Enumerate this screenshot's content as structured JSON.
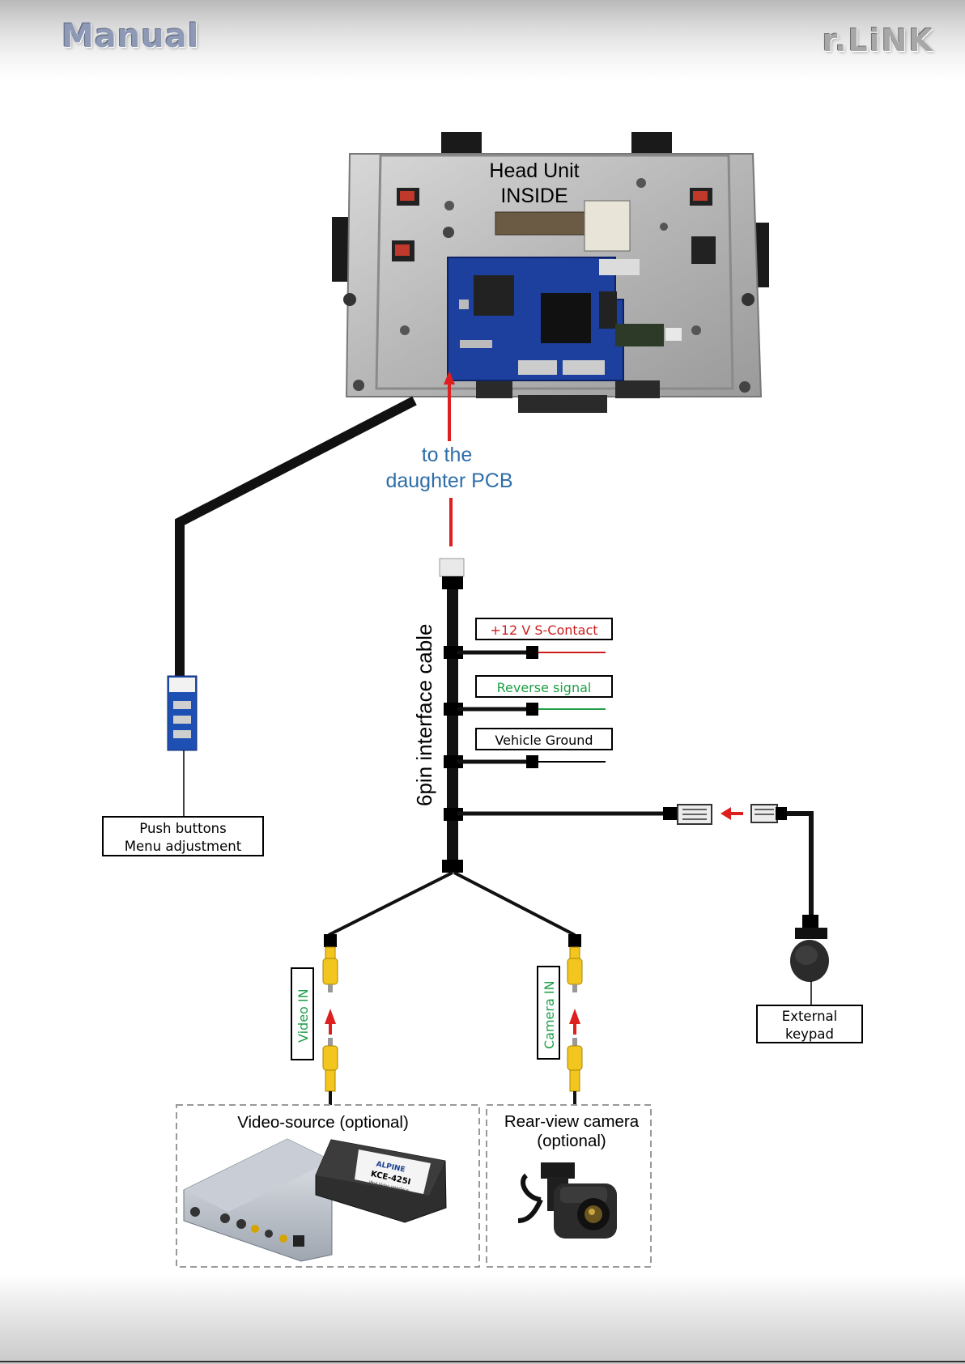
{
  "header": {
    "left_title": "Manual",
    "right_title": "r.LiNK"
  },
  "head_unit": {
    "line1": "Head Unit",
    "line2": "INSIDE"
  },
  "arrow_label": {
    "line1": "to the",
    "line2": "daughter PCB"
  },
  "cable_label": "6pin interface cable",
  "wires": [
    {
      "label": "+12 V S-Contact",
      "color": "#cc1e1e"
    },
    {
      "label": "Reverse signal",
      "color": "#1fa048"
    },
    {
      "label": "Vehicle Ground",
      "color": "#000000"
    }
  ],
  "push_buttons": {
    "line1": "Push buttons",
    "line2": "Menu adjustment"
  },
  "keypad": {
    "line1": "External",
    "line2": "keypad"
  },
  "video_in_label": "Video IN",
  "camera_in_label": "Camera IN",
  "video_source": {
    "title": "Video-source  (optional)",
    "device_brand": "ALPINE",
    "device_model": "KCE-425I",
    "device_sub": "iPod Video interface"
  },
  "rear_camera": {
    "line1": "Rear-view camera",
    "line2": "(optional)"
  },
  "colors": {
    "red": "#dd1f1f",
    "blue": "#2f6ea8",
    "green": "#1fa048",
    "rca_yellow": "#f2c61f"
  },
  "icons": [
    "head-unit-photo",
    "push-button-board",
    "rj45-plug-icon",
    "keypad-icon",
    "rca-plug-icon",
    "video-source-device",
    "rear-camera-device"
  ]
}
